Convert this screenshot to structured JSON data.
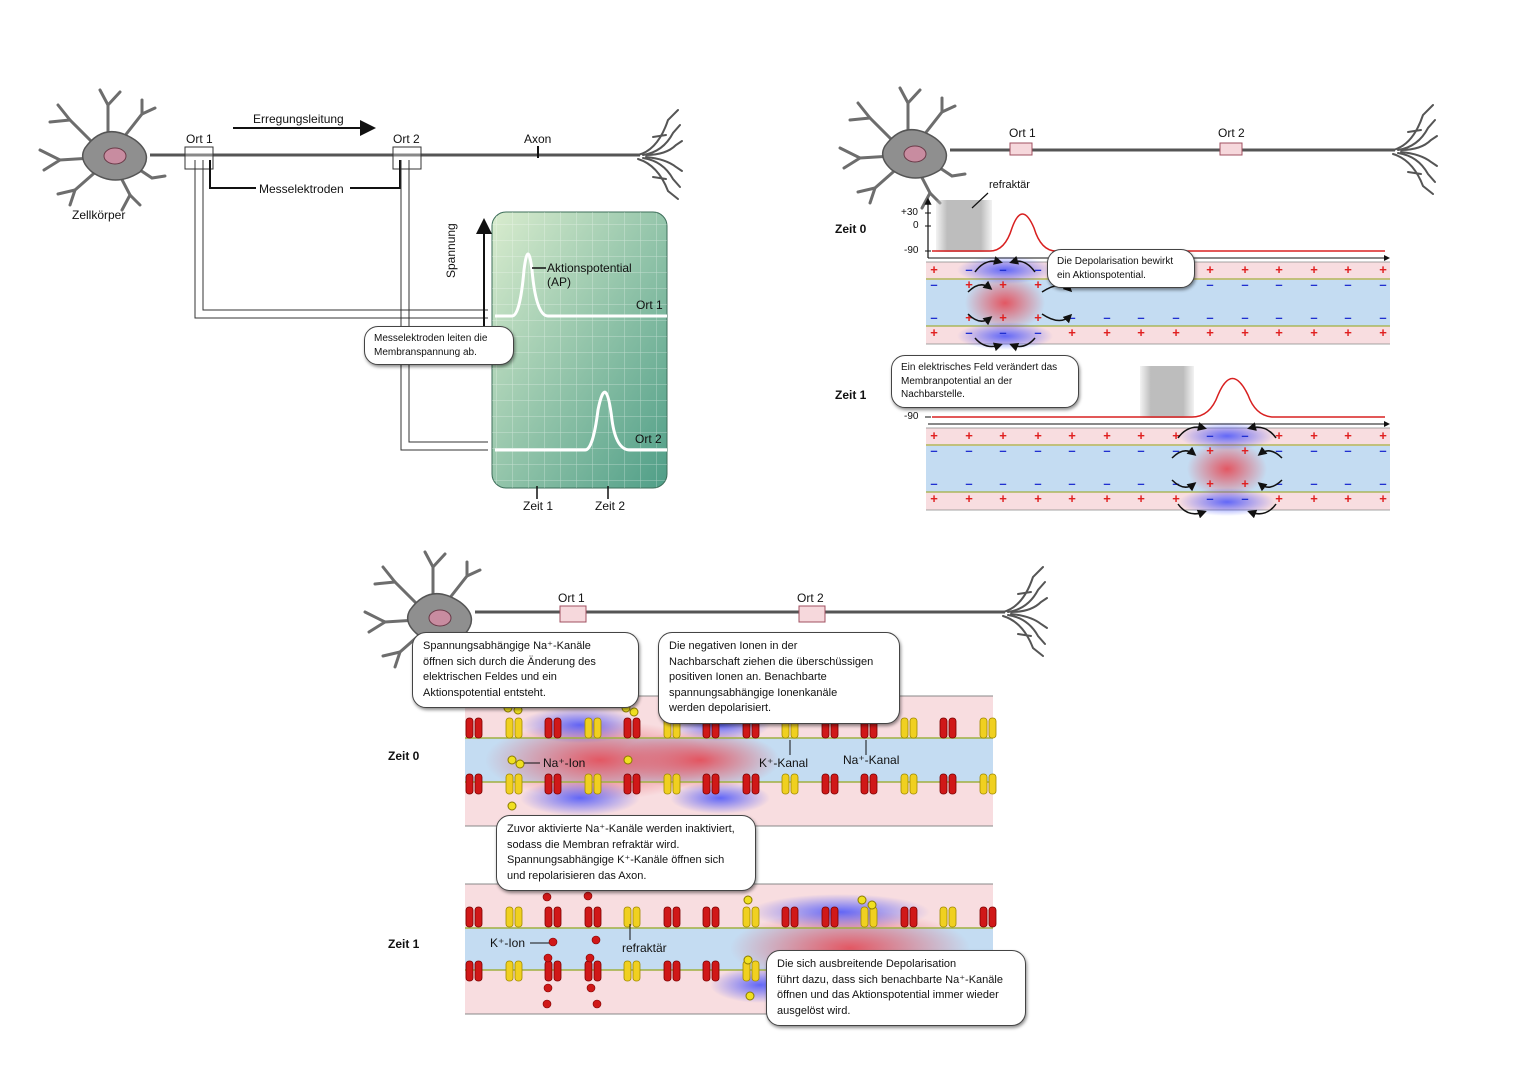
{
  "panel1": {
    "ort1": "Ort 1",
    "ort2": "Ort 2",
    "erregungsleitung": "Erregungsleitung",
    "axon": "Axon",
    "messelektroden": "Messelektroden",
    "zellkoerper": "Zellkörper",
    "spannung": "Spannung",
    "ap_line1": "Aktionspotential",
    "ap_line2": "(AP)",
    "trace_ort1": "Ort 1",
    "trace_ort2": "Ort 2",
    "zeit1": "Zeit 1",
    "zeit2": "Zeit 2",
    "bubble_line1": "Messelektroden leiten die",
    "bubble_line2": "Membranspannung ab."
  },
  "panel2": {
    "ort1": "Ort 1",
    "ort2": "Ort 2",
    "refraktaer": "refraktär",
    "zeit0": "Zeit 0",
    "zeit1": "Zeit 1",
    "tick_p30": "+30",
    "tick_0": "0",
    "tick_m90": "-90",
    "tick_m90b": "-90",
    "bubble1_line1": "Die Depolarisation bewirkt",
    "bubble1_line2": "ein Aktionspotential.",
    "bubble2_line1": "Ein elektrisches Feld verändert das",
    "bubble2_line2": "Membranpotential an der",
    "bubble2_line3": "Nachbarstelle."
  },
  "panel3": {
    "ort1": "Ort 1",
    "ort2": "Ort 2",
    "zeit0": "Zeit 0",
    "zeit1": "Zeit 1",
    "na_ion": "Na⁺-Ion",
    "k_kanal": "K⁺-Kanal",
    "na_kanal": "Na⁺-Kanal",
    "k_ion": "K⁺-Ion",
    "refraktaer": "refraktär",
    "bubble1_line1": "Spannungsabhängige Na⁺-Kanäle",
    "bubble1_line2": "öffnen sich durch die Änderung des",
    "bubble1_line3": "elektrischen Feldes und ein",
    "bubble1_line4": "Aktionspotential entsteht.",
    "bubble2_line1": "Die negativen Ionen in der",
    "bubble2_line2": "Nachbarschaft ziehen die überschüssigen",
    "bubble2_line3": "positiven Ionen an. Benachbarte",
    "bubble2_line4": "spannungsabhängige Ionenkanäle",
    "bubble2_line5": "werden depolarisiert.",
    "bubble3_line1": "Zuvor aktivierte Na⁺-Kanäle werden inaktiviert,",
    "bubble3_line2": "sodass die Membran refraktär wird.",
    "bubble3_line3": "Spannungsabhängige K⁺-Kanäle öffnen sich",
    "bubble3_line4": "und repolarisieren das Axon.",
    "bubble4_line1": "Die sich ausbreitende Depolarisation",
    "bubble4_line2": "führt dazu, dass sich benachbarte Na⁺-Kanäle",
    "bubble4_line3": "öffnen und das Aktionspotential immer wieder",
    "bubble4_line4": "ausgelöst wird."
  },
  "colors": {
    "soma": "#8a8a8a",
    "nucleus": "#c88ca0",
    "ap_curve": "#e03030",
    "plus": "#e02020",
    "minus": "#2030d0",
    "extracellular": "#f8dde0",
    "intracellular": "#c4dcf2",
    "scope_light": "#cfe6c2",
    "scope_dark": "#4fa08a",
    "na_channel": "#f0d020",
    "k_channel": "#d01818"
  }
}
